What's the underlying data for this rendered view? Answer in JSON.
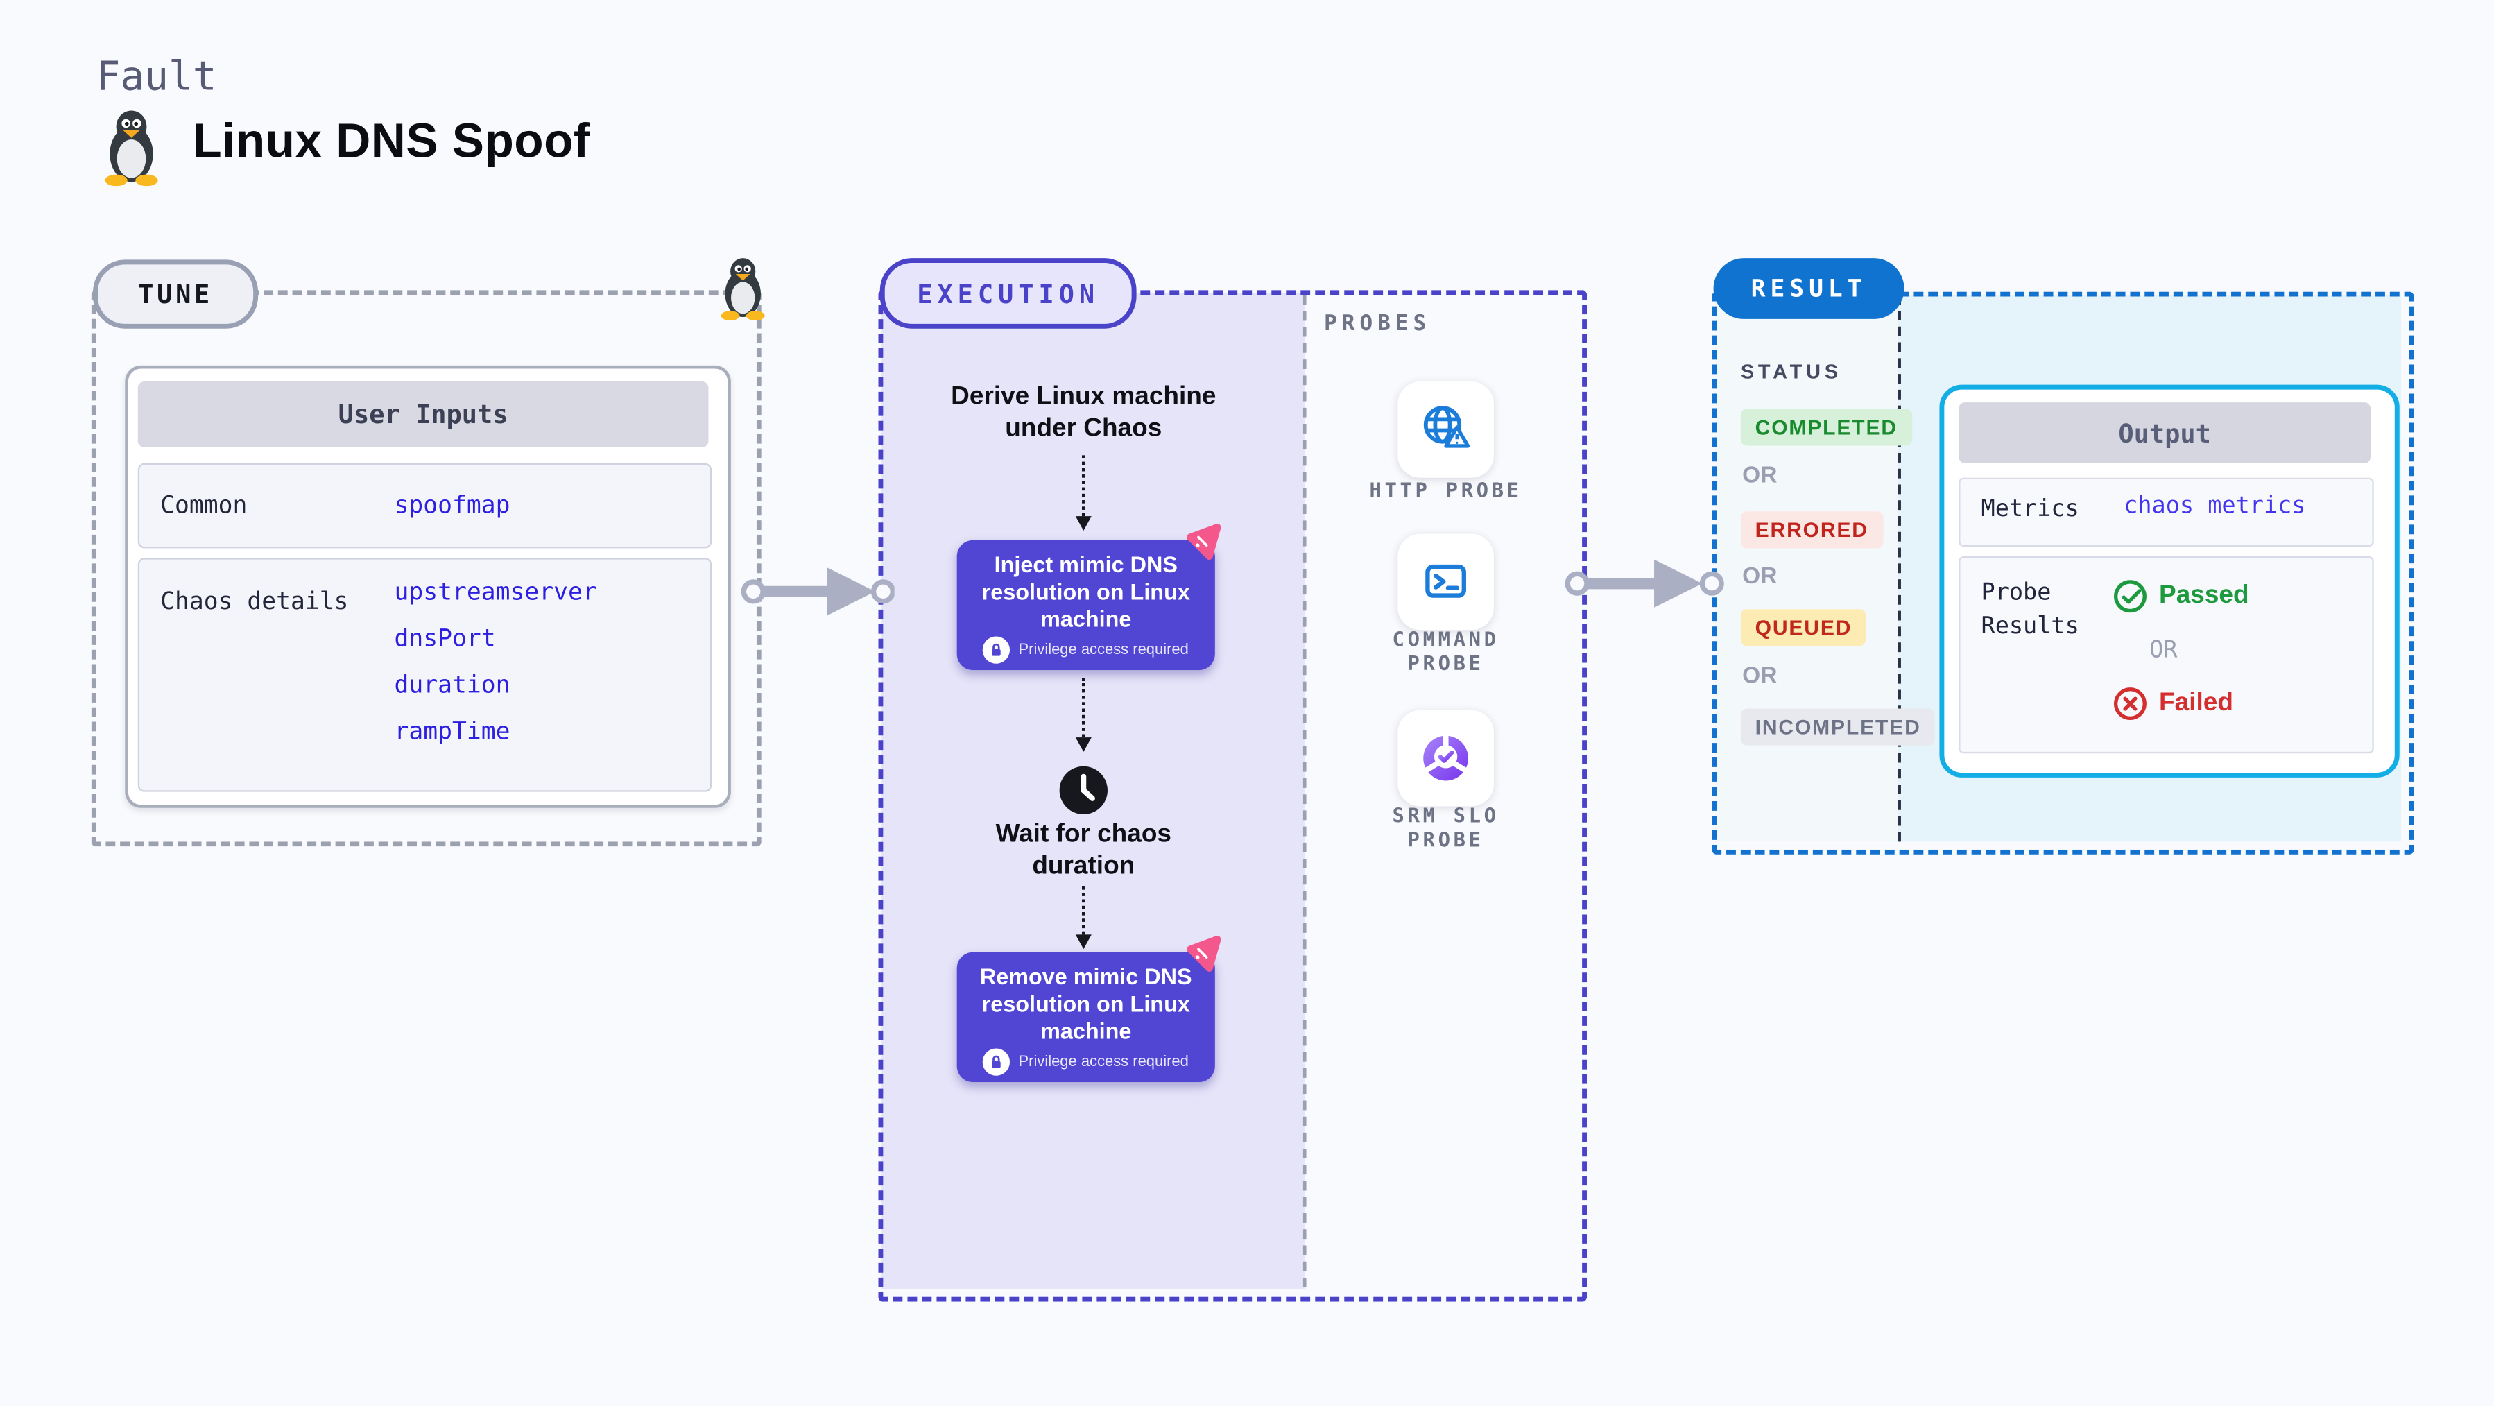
{
  "page": {
    "kicker": "Fault",
    "title": "Linux DNS Spoof"
  },
  "tune": {
    "badge": "TUNE",
    "table": {
      "header": "User Inputs",
      "rows": [
        {
          "label": "Common",
          "values": [
            "spoofmap"
          ]
        },
        {
          "label": "Chaos details",
          "values": [
            "upstreamserver",
            "dnsPort",
            "duration",
            "rampTime"
          ]
        }
      ]
    }
  },
  "execution": {
    "badge": "EXECUTION",
    "derive": "Derive Linux machine under Chaos",
    "inject": "Inject mimic DNS resolution on Linux machine",
    "wait": "Wait for chaos duration",
    "remove": "Remove mimic DNS resolution on Linux machine",
    "privilege_note": "Privilege access required"
  },
  "probes": {
    "title": "PROBES",
    "items": [
      {
        "label": "HTTP PROBE",
        "icon": "globe-alert-icon"
      },
      {
        "label": "COMMAND PROBE",
        "icon": "terminal-icon"
      },
      {
        "label": "SRM SLO PROBE",
        "icon": "slo-pie-icon"
      }
    ]
  },
  "result": {
    "badge": "RESULT",
    "status_title": "STATUS",
    "or_label": "OR",
    "statuses": [
      {
        "label": "COMPLETED",
        "fg": "#1a8a2f",
        "bg": "#d7f0d9"
      },
      {
        "label": "ERRORED",
        "fg": "#c0251d",
        "bg": "#fbe7e4"
      },
      {
        "label": "QUEUED",
        "fg": "#c0271f",
        "bg": "#fcecb3"
      },
      {
        "label": "INCOMPLETED",
        "fg": "#6d7286",
        "bg": "#e8e9ee"
      }
    ],
    "output": {
      "header": "Output",
      "metrics_label": "Metrics",
      "metrics_value": "chaos metrics",
      "probe_results_label": "Probe Results",
      "passed": "Passed",
      "or_label": "OR",
      "failed": "Failed"
    }
  },
  "colors": {
    "page_bg": "#f9fafd",
    "tune_dash": "#9ba1ae",
    "execution_accent": "#4a42c8",
    "execution_zone_bg": "#e6e4f8",
    "node_bg": "#5145d3",
    "litmus_pink": "#f4578c",
    "probe_icon_blue": "#1b7cd9",
    "srm_purple_1": "#a884f8",
    "srm_purple_2": "#7634ee",
    "result_accent": "#1173d0",
    "result_zone_bg": "#e5f3fb",
    "output_border": "#14aee6",
    "passed_green": "#1d9a3e",
    "failed_red": "#d42f2f",
    "value_blue": "#2c1fe0",
    "arrow_gray": "#abafc4"
  }
}
